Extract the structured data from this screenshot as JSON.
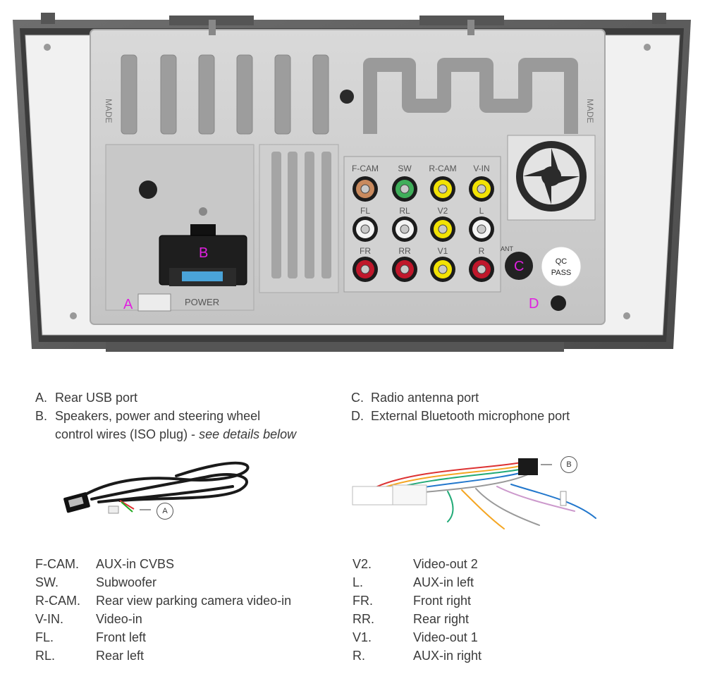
{
  "unit": {
    "panel_labels": {
      "power": "POWER",
      "ant": "ANT",
      "qc_line1": "QC",
      "qc_line2": "PASS",
      "marker_a": "A",
      "marker_b": "B",
      "marker_c": "C",
      "marker_d": "D"
    },
    "rca_labels": {
      "row1": [
        "F-CAM",
        "SW",
        "R-CAM",
        "V-IN"
      ],
      "row2": [
        "FL",
        "RL",
        "V2",
        "L"
      ],
      "row3": [
        "FR",
        "RR",
        "V1",
        "R"
      ]
    },
    "rca_colors": {
      "row1": [
        "#c98a5e",
        "#3fae5a",
        "#f2e205",
        "#f2e205"
      ],
      "row2": [
        "#f4f4f4",
        "#f4f4f4",
        "#f2e205",
        "#f4f4f4"
      ],
      "row3": [
        "#c0172b",
        "#c0172b",
        "#f2e205",
        "#c0172b"
      ]
    },
    "marker_color": "#e020e0"
  },
  "legend": {
    "a": {
      "letter": "A.",
      "text": "Rear USB port"
    },
    "b": {
      "letter": "B.",
      "text_line1": "Speakers, power and steering wheel",
      "text_line2": "control wires (ISO plug) - ",
      "text_italic": "see details below"
    },
    "c": {
      "letter": "C.",
      "text": "Radio antenna port"
    },
    "d": {
      "letter": "D.",
      "text": "External Bluetooth microphone port"
    }
  },
  "cables": {
    "usb_label": "A",
    "iso_label": "B"
  },
  "abbreviations_left": [
    {
      "code": "F-CAM.",
      "meaning": "AUX-in CVBS"
    },
    {
      "code": "SW.",
      "meaning": "Subwoofer"
    },
    {
      "code": "R-CAM.",
      "meaning": "Rear view parking camera video-in"
    },
    {
      "code": "V-IN.",
      "meaning": "Video-in"
    },
    {
      "code": "FL.",
      "meaning": "Front left"
    },
    {
      "code": "RL.",
      "meaning": "Rear left"
    }
  ],
  "abbreviations_right": [
    {
      "code": "V2.",
      "meaning": "Video-out 2"
    },
    {
      "code": "L.",
      "meaning": "AUX-in left"
    },
    {
      "code": "FR.",
      "meaning": "Front right"
    },
    {
      "code": "RR.",
      "meaning": "Rear right"
    },
    {
      "code": "V1.",
      "meaning": "Video-out 1"
    },
    {
      "code": "R.",
      "meaning": "AUX-in right"
    }
  ]
}
